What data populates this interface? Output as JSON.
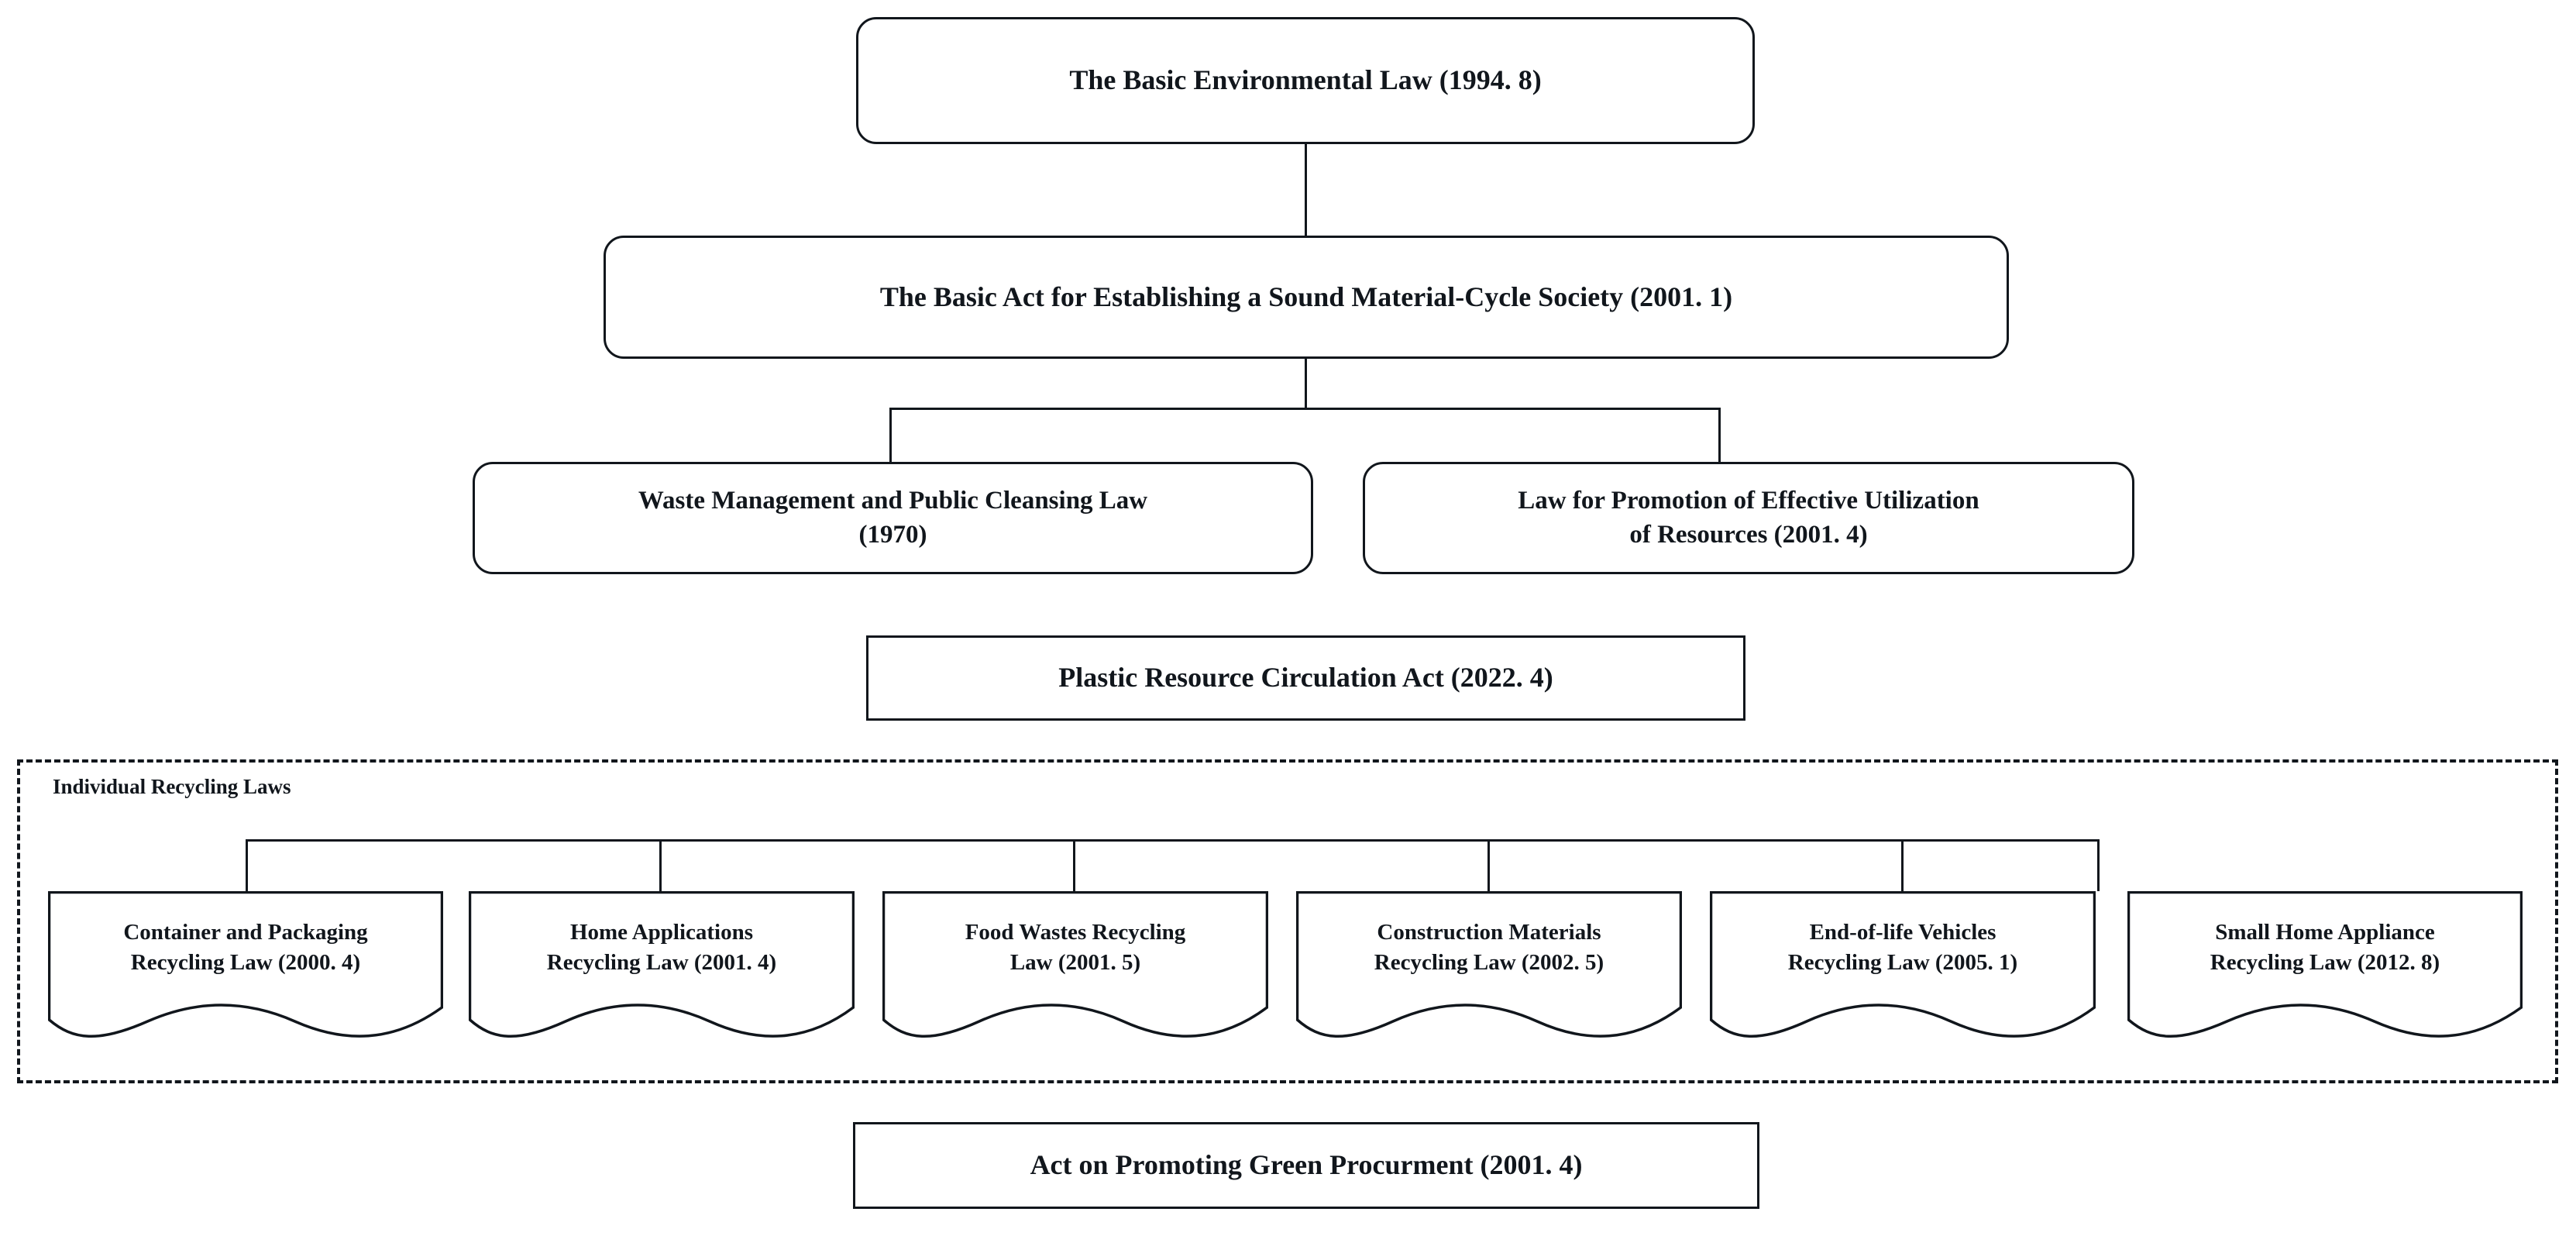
{
  "diagram": {
    "title": "Japanese waste management and recycling legal framework",
    "colors": {
      "stroke": "#11161c",
      "background": "#ffffff",
      "text": "#11161c"
    },
    "nodes": {
      "basic_environmental_law": {
        "label": "The Basic Environmental Law (1994. 8)",
        "shape": "rounded-rect"
      },
      "basic_act_material_cycle": {
        "label": "The Basic Act for Establishing a Sound Material-Cycle Society (2001. 1)",
        "shape": "rounded-rect"
      },
      "waste_management_law": {
        "line1": "Waste Management and Public Cleansing Law",
        "line2": "(1970)",
        "shape": "rounded-rect"
      },
      "effective_utilization_law": {
        "line1": "Law for Promotion of Effective Utilization",
        "line2": "of Resources (2001. 4)",
        "shape": "rounded-rect"
      },
      "plastic_resource_act": {
        "label": "Plastic Resource Circulation Act (2022. 4)",
        "shape": "rect"
      },
      "green_procurement_act": {
        "label": "Act on Promoting Green Procurment (2001. 4)",
        "shape": "rect"
      }
    },
    "group": {
      "title": "Individual Recycling Laws",
      "border_style": "dashed"
    },
    "recycling_laws": [
      {
        "line1": "Container and Packaging",
        "line2": "Recycling Law (2000. 4)"
      },
      {
        "line1": "Home Applications",
        "line2": "Recycling Law (2001. 4)"
      },
      {
        "line1": "Food Wastes Recycling",
        "line2": "Law (2001. 5)"
      },
      {
        "line1": "Construction Materials",
        "line2": "Recycling Law (2002. 5)"
      },
      {
        "line1": "End-of-life Vehicles",
        "line2": "Recycling Law (2005. 1)"
      },
      {
        "line1": "Small Home Appliance",
        "line2": "Recycling Law (2012. 8)"
      }
    ]
  }
}
